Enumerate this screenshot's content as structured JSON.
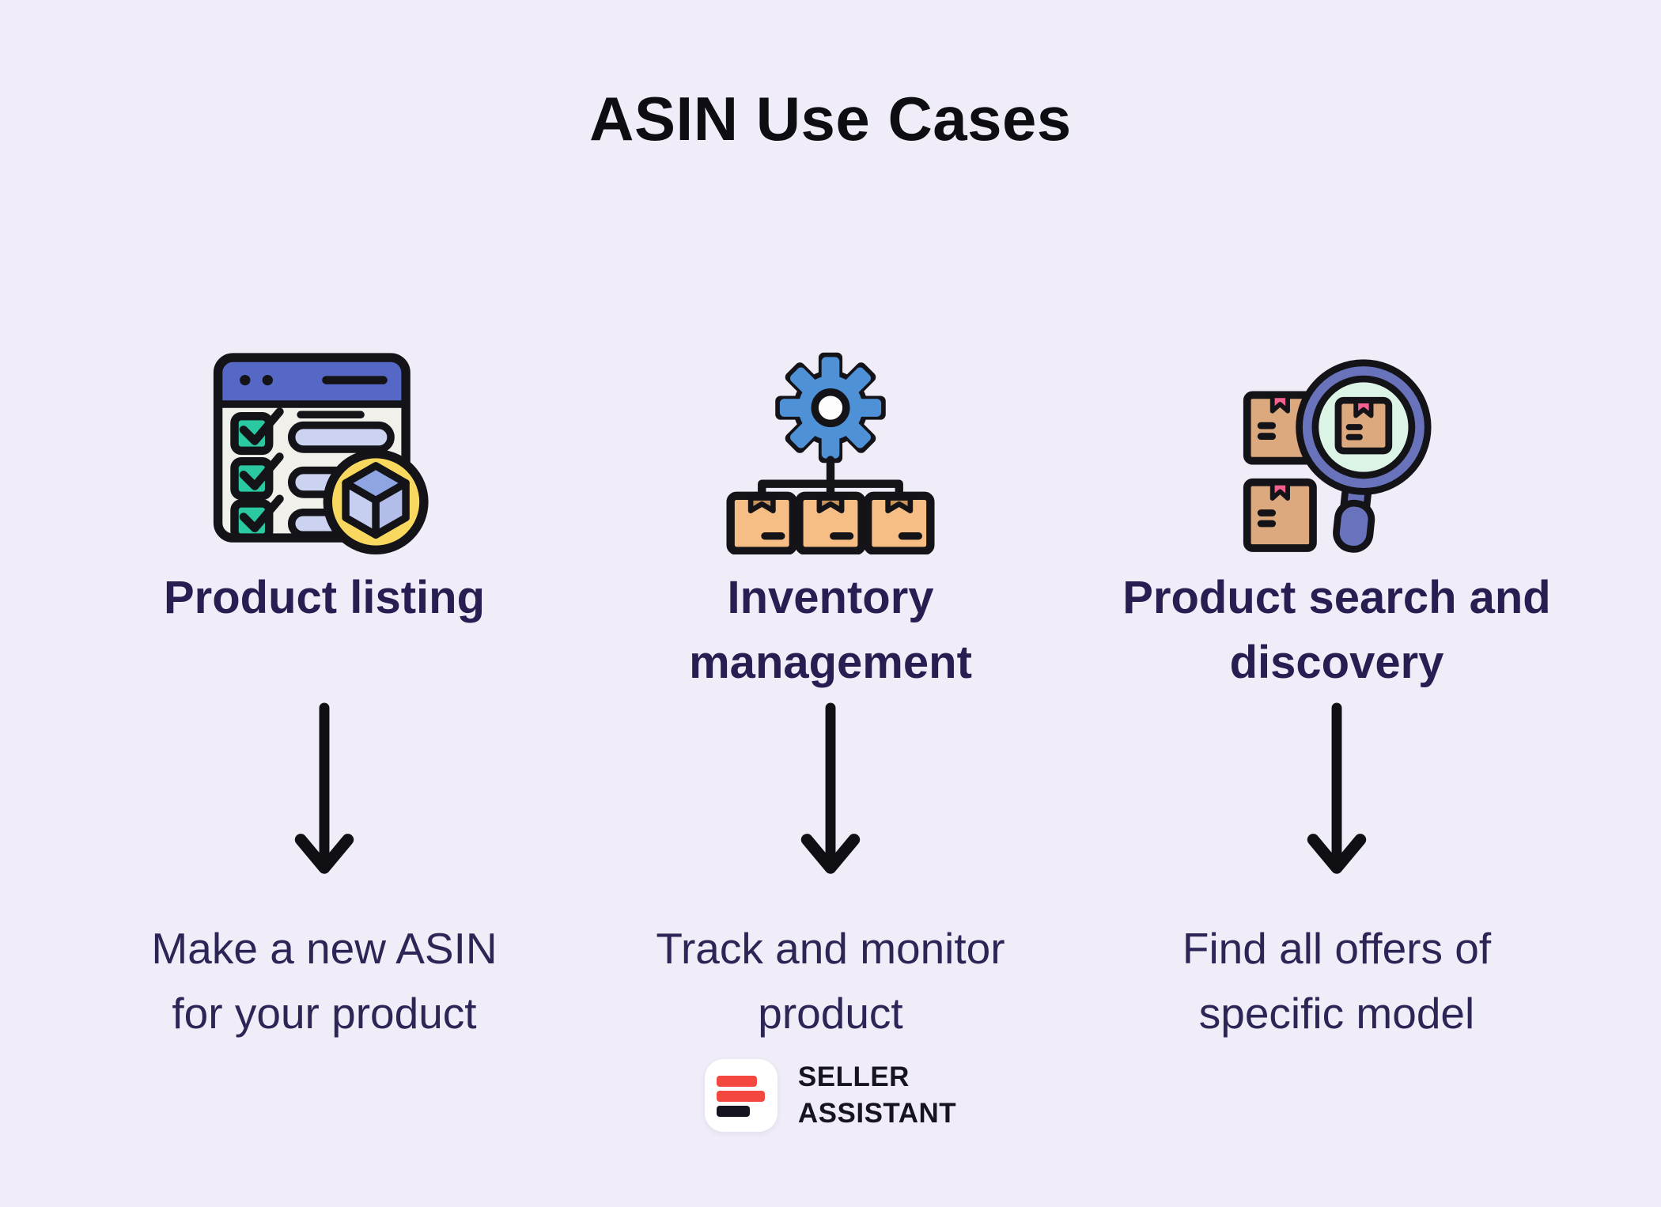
{
  "title": "ASIN Use Cases",
  "columns": [
    {
      "icon": "checklist-cube-icon",
      "heading": "Product listing",
      "description": "Make a new ASIN for your product"
    },
    {
      "icon": "gear-boxes-icon",
      "heading": "Inventory management",
      "description": "Track and monitor product"
    },
    {
      "icon": "magnifier-boxes-icon",
      "heading": "Product search and discovery",
      "description": "Find all offers of specific model"
    }
  ],
  "brand": {
    "line1": "SELLER",
    "line2": "ASSISTANT"
  },
  "colors": {
    "background": "#F0EDF8",
    "title_color": "#0D0D12",
    "heading_color": "#291D52",
    "description_color": "#2C2556",
    "arrow_color": "#0F0F14",
    "brand_red": "#F4473F",
    "brand_black": "#16141E",
    "outline": "#131318",
    "header_blue": "#5668C6",
    "checkbox_green": "#2BC9A2",
    "bar_lavender": "#CBD3F0",
    "window_body": "#F2F0EB",
    "circle_yellow": "#F8D85F",
    "cube_top": "#8FA5E3",
    "cube_left": "#C6CFF0",
    "cube_right": "#B2BDEA",
    "gear_blue": "#4E91D7",
    "box_orange": "#F6BE85",
    "box_flap": "#C9945C",
    "box_tan": "#DCA87E",
    "ribbon_pink": "#F4618E",
    "rim_purple": "#6973BB",
    "lens_mint": "#DBF4E6"
  }
}
